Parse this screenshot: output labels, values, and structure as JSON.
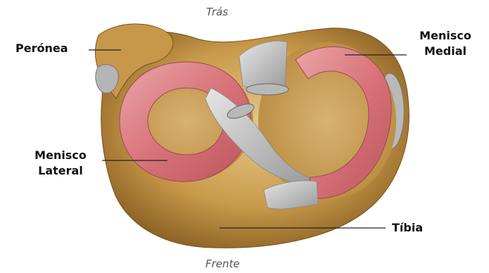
{
  "orientation": {
    "top": "Trás",
    "bottom": "Frente"
  },
  "labels": {
    "fibula": "Perónea",
    "medial_meniscus_line1": "Menisco",
    "medial_meniscus_line2": "Medial",
    "lateral_meniscus_line1": "Menisco",
    "lateral_meniscus_line2": "Lateral",
    "tibia": "Tíbia"
  },
  "colors": {
    "bone": "#c99a4a",
    "bone_light": "#e2bf7a",
    "meniscus": "#d9737a",
    "meniscus_light": "#eaa6a7",
    "ligament": "#c9c9c9",
    "leader_line": "#222222"
  }
}
